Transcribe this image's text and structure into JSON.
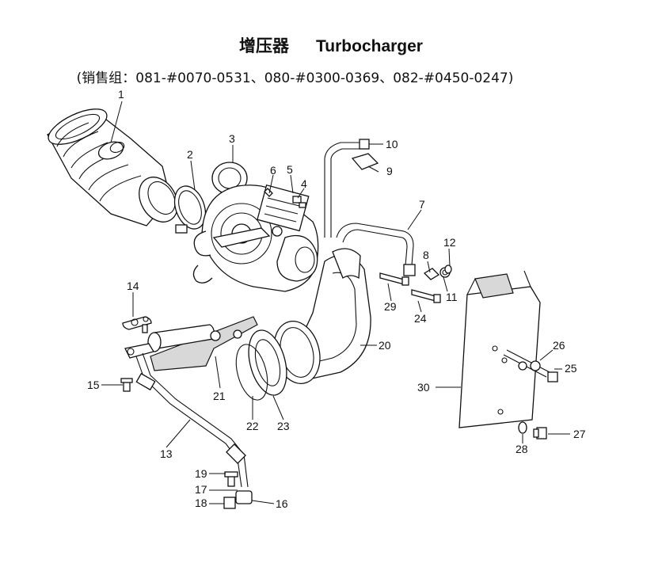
{
  "title": {
    "cn": "增压器",
    "en": "Turbocharger"
  },
  "subtitle": "(销售组：081-#0070-0531、080-#0300-0369、082-#0450-0247)",
  "callouts": [
    "1",
    "2",
    "3",
    "4",
    "5",
    "6",
    "7",
    "8",
    "9",
    "10",
    "11",
    "12",
    "13",
    "14",
    "15",
    "16",
    "17",
    "18",
    "19",
    "20",
    "21",
    "22",
    "23",
    "24",
    "25",
    "26",
    "27",
    "28",
    "29",
    "30"
  ]
}
